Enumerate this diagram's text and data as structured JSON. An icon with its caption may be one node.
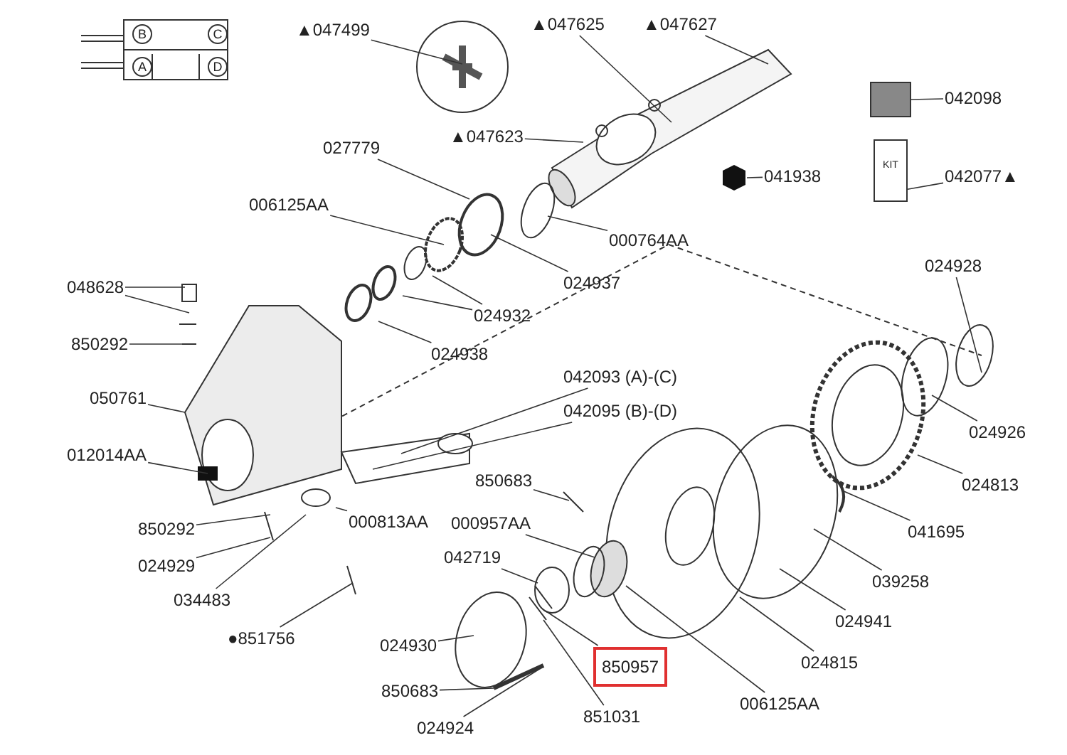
{
  "diagram": {
    "nodes": [
      {
        "text": [
          "▲047499"
        ]
      },
      {
        "text": [
          "▲047625"
        ]
      },
      {
        "text": [
          "▲047627"
        ]
      },
      {
        "text": [
          "042098"
        ]
      },
      {
        "text": [
          "027779"
        ]
      },
      {
        "text": [
          "▲047623"
        ]
      },
      {
        "text": [
          "006125AA"
        ]
      },
      {
        "text": [
          "041938"
        ]
      },
      {
        "text": [
          "042077▲"
        ]
      },
      {
        "text": [
          "000764AA"
        ]
      },
      {
        "text": [
          "024937"
        ]
      },
      {
        "text": [
          "024932"
        ]
      },
      {
        "text": [
          "024938"
        ]
      },
      {
        "text": [
          "048628"
        ]
      },
      {
        "text": [
          "024928"
        ]
      },
      {
        "text": [
          "850292"
        ]
      },
      {
        "text": [
          "042093 (A)-(C)"
        ]
      },
      {
        "text": [
          "042095 (B)-(D)"
        ]
      },
      {
        "text": [
          "050761"
        ]
      },
      {
        "text": [
          "024926"
        ]
      },
      {
        "text": [
          "012014AA"
        ]
      },
      {
        "text": [
          "850683"
        ]
      },
      {
        "text": [
          "024813"
        ]
      },
      {
        "text": [
          "850292"
        ]
      },
      {
        "text": [
          "000813AA"
        ]
      },
      {
        "text": [
          "000957AA"
        ]
      },
      {
        "text": [
          "041695"
        ]
      },
      {
        "text": [
          "024929"
        ]
      },
      {
        "text": [
          "042719"
        ]
      },
      {
        "text": [
          "034483"
        ]
      },
      {
        "text": [
          "039258"
        ]
      },
      {
        "text": [
          "●851756"
        ]
      },
      {
        "text": [
          "024930"
        ]
      },
      {
        "text": [
          "024941"
        ]
      },
      {
        "text": [
          "024815"
        ]
      },
      {
        "text": [
          "850957"
        ]
      },
      {
        "text": [
          "850683"
        ]
      },
      {
        "text": [
          "006125AA"
        ]
      },
      {
        "text": [
          "851031"
        ]
      },
      {
        "text": [
          "024924"
        ]
      },
      {
        "text": [
          "KIT"
        ]
      }
    ],
    "edges": [
      {
        "from": 0,
        "to": null,
        "arrow": "none"
      },
      {
        "from": 1,
        "to": null,
        "arrow": "none"
      },
      {
        "from": 2,
        "to": null,
        "arrow": "none"
      },
      {
        "from": 3,
        "to": null,
        "arrow": "none"
      },
      {
        "from": 4,
        "to": null,
        "arrow": "none"
      },
      {
        "from": 5,
        "to": null,
        "arrow": "none"
      },
      {
        "from": 6,
        "to": null,
        "arrow": "none"
      },
      {
        "from": 7,
        "to": null,
        "arrow": "none"
      },
      {
        "from": 8,
        "to": 40,
        "arrow": "none"
      },
      {
        "from": 9,
        "to": null,
        "arrow": "none"
      },
      {
        "from": 10,
        "to": null,
        "arrow": "none"
      },
      {
        "from": 11,
        "to": null,
        "arrow": "none"
      },
      {
        "from": 11,
        "to": null,
        "arrow": "none"
      },
      {
        "from": 12,
        "to": null,
        "arrow": "none"
      },
      {
        "from": 13,
        "to": null,
        "arrow": "none"
      },
      {
        "from": 13,
        "to": null,
        "arrow": "none"
      },
      {
        "from": 14,
        "to": null,
        "arrow": "none"
      },
      {
        "from": 15,
        "to": null,
        "arrow": "none"
      },
      {
        "from": 16,
        "to": null,
        "arrow": "none"
      },
      {
        "from": 17,
        "to": null,
        "arrow": "none"
      },
      {
        "from": 18,
        "to": null,
        "arrow": "none"
      },
      {
        "from": 19,
        "to": null,
        "arrow": "none"
      },
      {
        "from": 20,
        "to": null,
        "arrow": "none"
      },
      {
        "from": 21,
        "to": null,
        "arrow": "none"
      },
      {
        "from": 22,
        "to": null,
        "arrow": "none"
      },
      {
        "from": 23,
        "to": null,
        "arrow": "none"
      },
      {
        "from": 24,
        "to": null,
        "arrow": "none"
      },
      {
        "from": 25,
        "to": null,
        "arrow": "none"
      },
      {
        "from": 26,
        "to": null,
        "arrow": "none"
      },
      {
        "from": 27,
        "to": null,
        "arrow": "none"
      },
      {
        "from": 28,
        "to": null,
        "arrow": "none"
      },
      {
        "from": 29,
        "to": null,
        "arrow": "none"
      },
      {
        "from": 30,
        "to": null,
        "arrow": "none"
      },
      {
        "from": 31,
        "to": null,
        "arrow": "none"
      },
      {
        "from": 32,
        "to": null,
        "arrow": "none"
      },
      {
        "from": 33,
        "to": null,
        "arrow": "none"
      },
      {
        "from": 34,
        "to": null,
        "arrow": "none"
      },
      {
        "from": 35,
        "to": null,
        "arrow": "none"
      },
      {
        "from": 36,
        "to": null,
        "arrow": "none"
      },
      {
        "from": 37,
        "to": null,
        "arrow": "none"
      },
      {
        "from": 38,
        "to": null,
        "arrow": "none"
      },
      {
        "from": 39,
        "to": null,
        "arrow": "none"
      }
    ],
    "labels": [
      "B",
      "C",
      "A",
      "D"
    ]
  }
}
